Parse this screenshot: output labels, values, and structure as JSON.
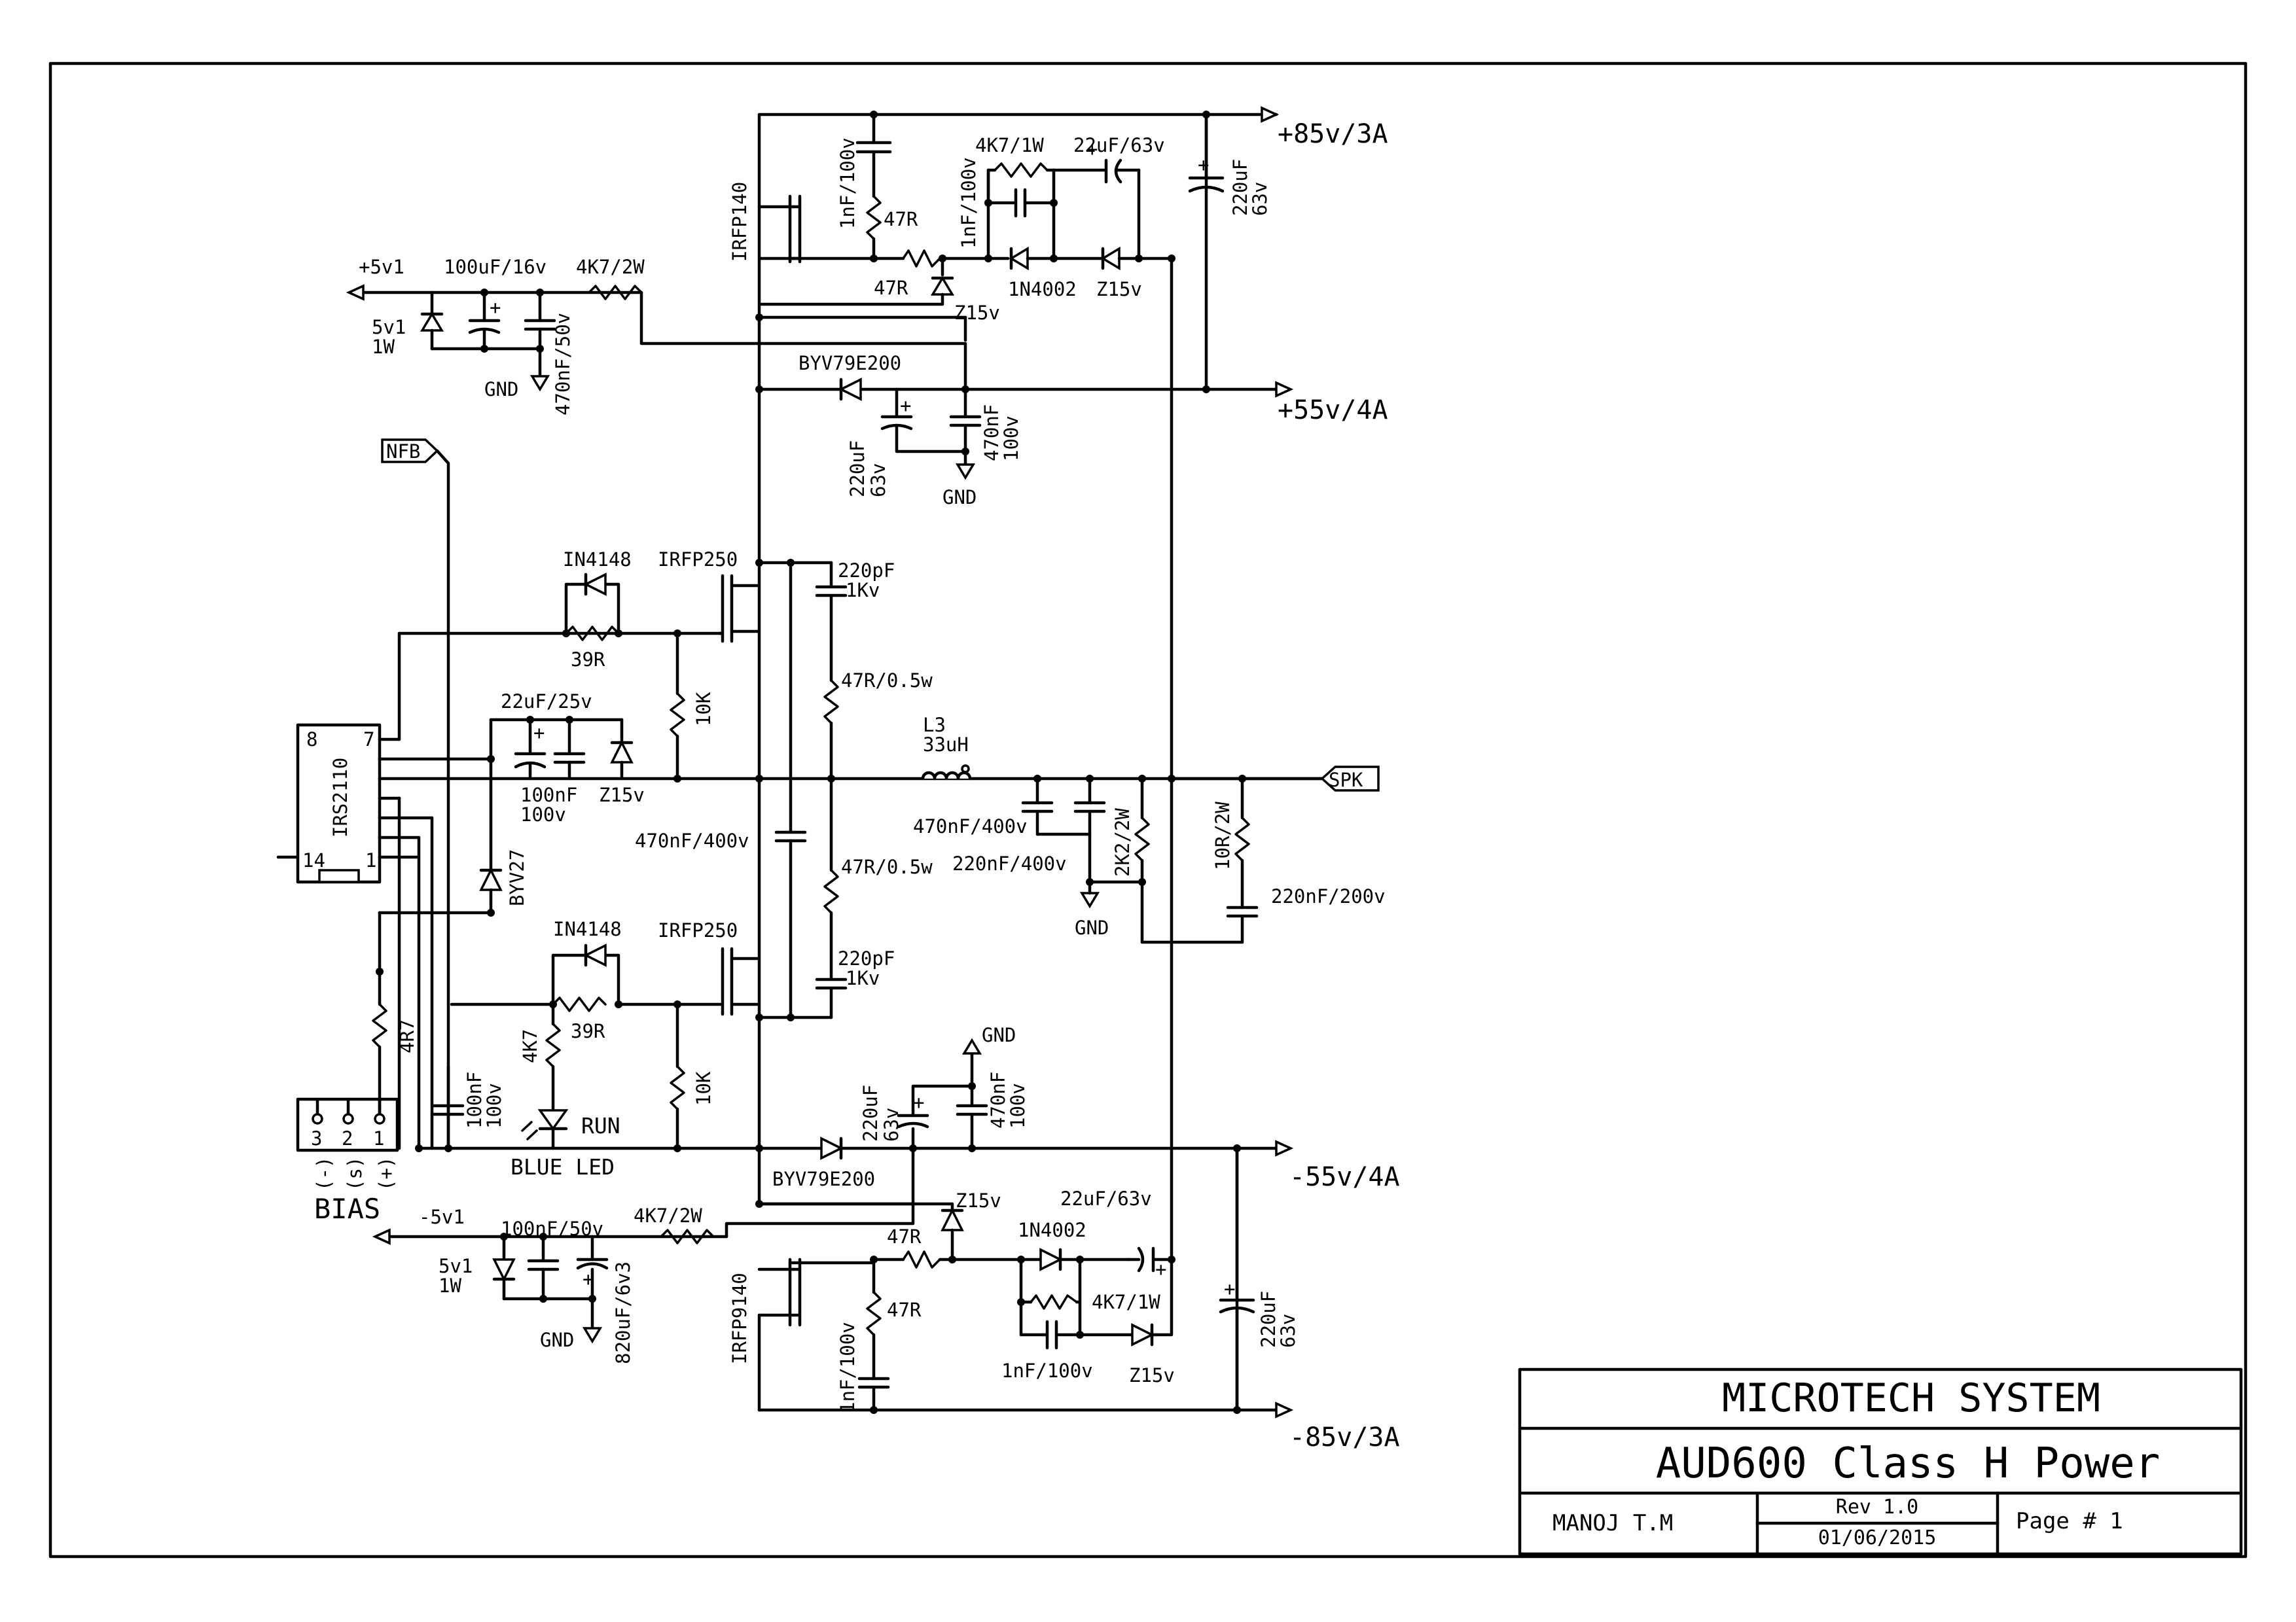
{
  "title_block": {
    "company": "MICROTECH SYSTEM",
    "title": "AUD600 Class H Power",
    "author": "MANOJ T.M",
    "revision": "Rev 1.0",
    "date": "01/06/2015",
    "page": "Page # 1"
  },
  "rails": {
    "p85": "+85v/3A",
    "p55": "+55v/4A",
    "m55": "-55v/4A",
    "m85": "-85v/3A",
    "p5": "+5v1",
    "m5": "-5v1",
    "gnd": "GND",
    "spk": "SPK",
    "nfb": "NFB"
  },
  "components": {
    "irfp140": "IRFP140",
    "irfp9140": "IRFP9140",
    "irfp250_hi": "IRFP250",
    "irfp250_lo": "IRFP250",
    "irs2110": "IRS2110",
    "pin8": "8",
    "pin7": "7",
    "pin14": "14",
    "pin1": "1",
    "c_1nf_a": "1nF/100v",
    "r_47r_a": "47R",
    "r_47r_b": "47R",
    "c_1nf_b": "1nF/100v",
    "r_4k7_1w_a": "4K7/1W",
    "c_22uf_63_a": "22uF/63v",
    "c_220uf_63_a": "220uF",
    "c_220uf_63_a2": "63v",
    "d_1n4002_a": "1N4002",
    "z_15_a": "Z15v",
    "z_15_b": "Z15v",
    "c_100uf_16": "100uF/16v",
    "r_4k7_2w_a": "4K7/2W",
    "z_5v1_a": "5v1",
    "z_5v1_a2": "1W",
    "c_470nf_50": "470nF/50v",
    "d_byv79_a": "BYV79E200",
    "c_220uf_b": "220uF",
    "c_220uf_b2": "63v",
    "c_470nf_b": "470nF",
    "c_470nf_b2": "100v",
    "d_in4148_a": "IN4148",
    "r_39r_a": "39R",
    "r_10k_a": "10K",
    "c_22uf_25": "22uF/25v",
    "c_100nf_a": "100nF",
    "c_100nf_a2": "100v",
    "z_15_c": "Z15v",
    "d_byv27": "BYV27",
    "c_220pf_a": "220pF",
    "c_220pf_a2": "1Kv",
    "r_47r_05_a": "47R/0.5w",
    "l3": "L3",
    "l3_val": "33uH",
    "c_470nf_400_a": "470nF/400v",
    "c_470nf_400_b": "470nF/400v",
    "c_220nf_400": "220nF/400v",
    "r_2k2": "2K2/2W",
    "r_10r": "10R/2W",
    "c_220nf_200": "220nF/200v",
    "r_47r_05_b": "47R/0.5w",
    "d_in4148_b": "IN4148",
    "r_39r_b": "39R",
    "c_220pf_b": "220pF",
    "c_220pf_b2": "1Kv",
    "r_4k7_led": "4K7",
    "r_10k_b": "10K",
    "led": "RUN",
    "led_label": "BLUE LED",
    "r_4r7": "4R7",
    "c_100nf_b": "100nF",
    "c_100nf_b2": "100v",
    "c_220uf_c": "220uF",
    "c_220uf_c2": "63v",
    "c_470nf_c": "470nF",
    "c_470nf_c2": "100v",
    "d_byv79_b": "BYV79E200",
    "z_15_d": "Z15v",
    "c_100nf_50": "100nF/50v",
    "r_4k7_2w_b": "4K7/2W",
    "z_5v1_b": "5v1",
    "z_5v1_b2": "1W",
    "c_820uf": "820uF/6v3",
    "r_47r_c": "47R",
    "r_47r_d": "47R",
    "c_1nf_c": "1nF/100v",
    "d_1n4002_b": "1N4002",
    "c_22uf_63_b": "22uF/63v",
    "r_4k7_1w_b": "4K7/1W",
    "c_1nf_d": "1nF/100v",
    "z_15_e": "Z15v",
    "c_220uf_d": "220uF",
    "c_220uf_d2": "63v"
  },
  "bias": {
    "title": "BIAS",
    "pin3": "3",
    "pin2": "2",
    "pin1": "1",
    "neg": "(-)",
    "sig": "(s)",
    "pos": "(+)"
  }
}
